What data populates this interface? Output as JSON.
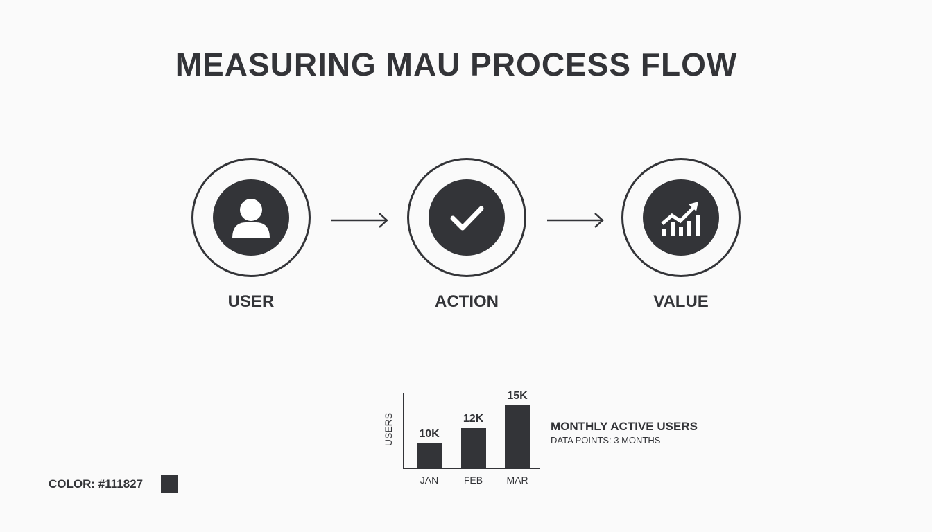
{
  "title": "MEASURING MAU PROCESS FLOW",
  "steps": [
    {
      "label": "USER",
      "icon": "user-icon"
    },
    {
      "label": "ACTION",
      "icon": "checkmark-icon"
    },
    {
      "label": "VALUE",
      "icon": "growth-chart-icon"
    }
  ],
  "chart_data": {
    "type": "bar",
    "categories": [
      "JAN",
      "FEB",
      "MAR"
    ],
    "values": [
      10,
      12,
      15
    ],
    "value_labels": [
      "10K",
      "12K",
      "15K"
    ],
    "ylabel": "USERS",
    "xlabel": "",
    "ylim": [
      6.7,
      16
    ],
    "title": "MONTHLY ACTIVE USERS",
    "subtitle": "DATA POINTS: 3 MONTHS",
    "grid": false
  },
  "color_note": {
    "label": "COLOR: #111827",
    "swatch": "#333438"
  },
  "colors": {
    "primary": "#333438",
    "background": "#fafafa"
  }
}
